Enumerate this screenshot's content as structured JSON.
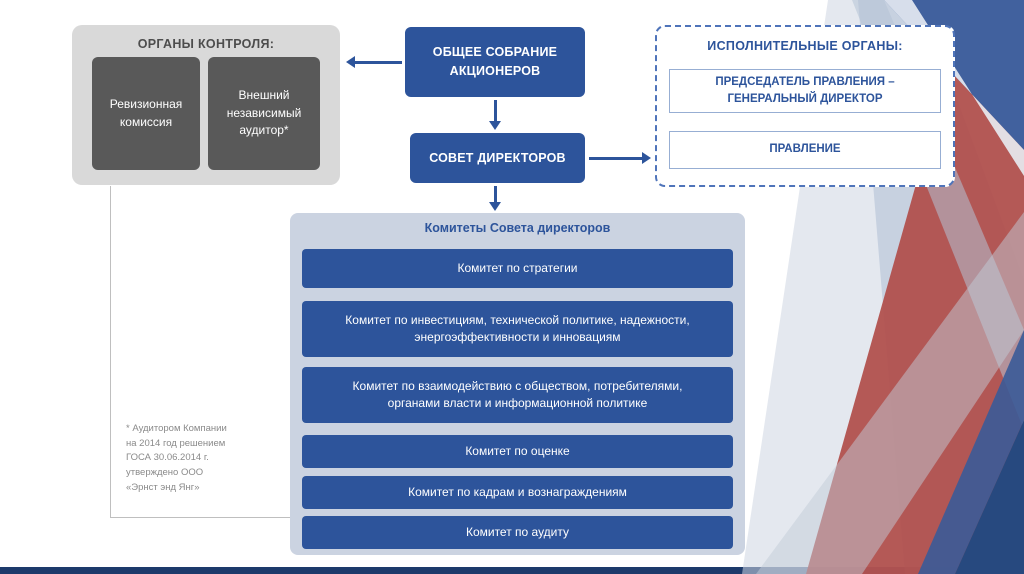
{
  "colors": {
    "primary_blue": "#2d549b",
    "panel_gray": "#d9d9d9",
    "dark_gray": "#595959",
    "committee_panel": "#cbd3e1",
    "accent_red": "#b04c49",
    "navy_bar": "#1d3a6b"
  },
  "control_panel": {
    "title": "ОРГАНЫ КОНТРОЛЯ:",
    "items": [
      {
        "label": "Ревизионная комиссия"
      },
      {
        "label": "Внешний независимый аудитор*"
      }
    ]
  },
  "general_meeting": {
    "label": "ОБЩЕЕ СОБРАНИЕ АКЦИОНЕРОВ"
  },
  "board_of_directors": {
    "label": "СОВЕТ ДИРЕКТОРОВ"
  },
  "executive_panel": {
    "title": "ИСПОЛНИТЕЛЬНЫЕ ОРГАНЫ:",
    "items": [
      {
        "label": "ПРЕДСЕДАТЕЛЬ ПРАВЛЕНИЯ – ГЕНЕРАЛЬНЫЙ ДИРЕКТОР"
      },
      {
        "label": "ПРАВЛЕНИЕ"
      }
    ]
  },
  "committees_panel": {
    "title": "Комитеты Совета директоров",
    "items": [
      {
        "label": "Комитет по стратегии"
      },
      {
        "label": "Комитет по инвестициям, технической политике, надежности, энергоэффективности и инновациям"
      },
      {
        "label": "Комитет по взаимодействию с обществом, потребителями, органами власти и информационной политике"
      },
      {
        "label": "Комитет по оценке"
      },
      {
        "label": "Комитет по кадрам и вознаграждениям"
      },
      {
        "label": "Комитет по аудиту"
      }
    ]
  },
  "footnote": "* Аудитором Компании\nна 2014 год решением\nГОСА 30.06.2014 г.\nутверждено ООО\n«Эрнст энд Янг»"
}
